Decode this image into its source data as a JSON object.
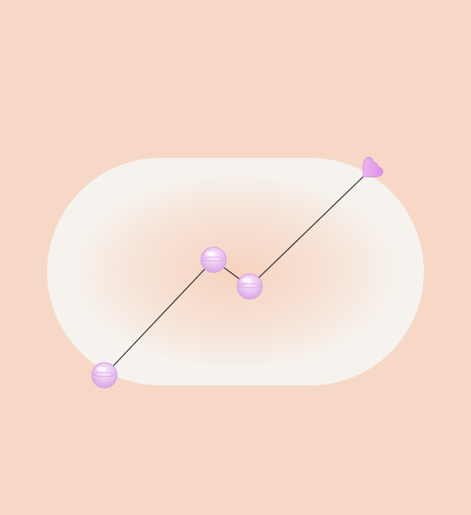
{
  "colors": {
    "background": "#f7d7c6",
    "panel": "#f6f3ee",
    "panel_glow": "#f6d5c1",
    "node_fill": "#ebc7f0",
    "node_stroke": "#d9a3e6",
    "node_highlight": "#ffffff",
    "line": "#1f1f1f",
    "arrow_fill": "#e6a3ec",
    "arrow_stroke": "#d58ee3"
  },
  "icons": {
    "node": "sphere-node-icon",
    "arrowhead": "heart-arrowhead-icon"
  },
  "path_points": [
    {
      "id": "start"
    },
    {
      "id": "peak"
    },
    {
      "id": "dip"
    },
    {
      "id": "end"
    }
  ]
}
